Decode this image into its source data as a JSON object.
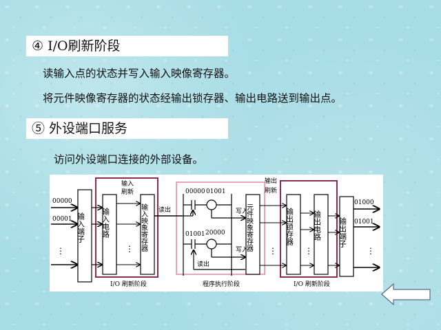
{
  "sections": [
    {
      "heading": "④ I/O刷新阶段",
      "lines": [
        "读输入点的状态并写入输入映像寄存器。",
        "将元件映像寄存器的状态经输出锁存器、输出电路送到输出点。"
      ]
    },
    {
      "heading": "⑤ 外设端口服务",
      "lines": [
        "访问外设端口连接的外部设备。"
      ]
    }
  ],
  "diagram": {
    "input_addresses": [
      "00000",
      "00001"
    ],
    "output_addresses": [
      "01000",
      "01001"
    ],
    "blocks": {
      "input_terminal": "输入端子",
      "input_circuit": "输入电路",
      "input_image_register": "输入映像寄存器",
      "element_image_register": "元件映像寄存器",
      "output_latch": "输出锁存器",
      "output_circuit": "输出电路",
      "output_terminal": "输出端子"
    },
    "labels": {
      "input_refresh": "输入刷新",
      "output_refresh": "输出刷新",
      "read_out": "读出",
      "write_in": "写入"
    },
    "ladder": {
      "rung1": {
        "contact": "00000",
        "coil": "01001"
      },
      "rung2": {
        "contact": "01001",
        "coil": "20000"
      }
    },
    "stages": {
      "io_refresh_left": "I/O 刷新阶段",
      "program_execution": "程序执行阶段",
      "io_refresh_right": "I/O 刷新阶段"
    },
    "colors": {
      "io_stage_border": "#8b2c4a",
      "program_stage_border": "#e8a6b4"
    }
  },
  "navigation": {
    "back_button": "back-arrow"
  }
}
